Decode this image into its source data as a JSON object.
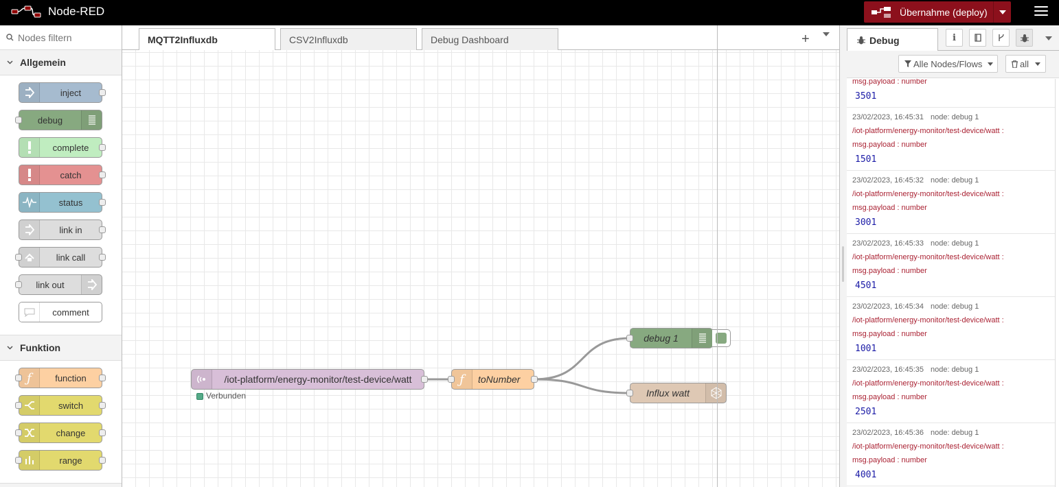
{
  "header": {
    "app_title": "Node-RED",
    "deploy_label": "Übernahme (deploy)"
  },
  "palette": {
    "search_placeholder": "Nodes filtern",
    "categories": [
      {
        "name": "Allgemein",
        "nodes": [
          {
            "label": "inject",
            "color": "#a6bbcf",
            "icon": "arrow-in-icon",
            "ports": "out"
          },
          {
            "label": "debug",
            "color": "#87a980",
            "icon": "list-icon",
            "ports": "in"
          },
          {
            "label": "complete",
            "color": "#c0edc0",
            "icon": "exclamation-icon",
            "ports": "out"
          },
          {
            "label": "catch",
            "color": "#e49191",
            "icon": "exclamation-icon",
            "ports": "out"
          },
          {
            "label": "status",
            "color": "#94c1d0",
            "icon": "pulse-icon",
            "ports": "out"
          },
          {
            "label": "link in",
            "color": "#dddddd",
            "icon": "link-in-icon",
            "ports": "out"
          },
          {
            "label": "link call",
            "color": "#dddddd",
            "icon": "link-call-icon",
            "ports": "both"
          },
          {
            "label": "link out",
            "color": "#dddddd",
            "icon": "link-out-icon",
            "ports": "in"
          },
          {
            "label": "comment",
            "color": "#ffffff",
            "icon": "comment-icon",
            "ports": "none"
          }
        ]
      },
      {
        "name": "Funktion",
        "nodes": [
          {
            "label": "function",
            "color": "#fdd0a2",
            "icon": "function-icon",
            "ports": "both"
          },
          {
            "label": "switch",
            "color": "#e2d96e",
            "icon": "switch-icon",
            "ports": "both"
          },
          {
            "label": "change",
            "color": "#e2d96e",
            "icon": "shuffle-icon",
            "ports": "both"
          },
          {
            "label": "range",
            "color": "#e2d96e",
            "icon": "range-icon",
            "ports": "both"
          }
        ]
      }
    ]
  },
  "workspace": {
    "tabs": [
      {
        "label": "MQTT2Influxdb",
        "active": true
      },
      {
        "label": "CSV2Influxdb",
        "active": false
      },
      {
        "label": "Debug Dashboard",
        "active": false
      }
    ],
    "flow_nodes": {
      "mqtt": {
        "label": "/iot-platform/energy-monitor/test-device/watt",
        "status": "Verbunden",
        "color": "#d8bfd8"
      },
      "function": {
        "label": "toNumber",
        "color": "#fdd0a2"
      },
      "debug": {
        "label": "debug 1",
        "color": "#87a980"
      },
      "influx": {
        "label": "Influx watt",
        "color": "#dec8b4"
      }
    }
  },
  "sidebar": {
    "active_tab": "Debug",
    "filter_label": "Alle Nodes/Flows",
    "clear_label": "all",
    "messages": [
      {
        "meta": "",
        "node": "",
        "topic": "",
        "type": "msg.payload : number",
        "value": "3501"
      },
      {
        "meta": "23/02/2023, 16:45:31",
        "node": "node: debug 1",
        "topic": "/iot-platform/energy-monitor/test-device/watt :",
        "type": "msg.payload : number",
        "value": "1501"
      },
      {
        "meta": "23/02/2023, 16:45:32",
        "node": "node: debug 1",
        "topic": "/iot-platform/energy-monitor/test-device/watt :",
        "type": "msg.payload : number",
        "value": "3001"
      },
      {
        "meta": "23/02/2023, 16:45:33",
        "node": "node: debug 1",
        "topic": "/iot-platform/energy-monitor/test-device/watt :",
        "type": "msg.payload : number",
        "value": "4501"
      },
      {
        "meta": "23/02/2023, 16:45:34",
        "node": "node: debug 1",
        "topic": "/iot-platform/energy-monitor/test-device/watt :",
        "type": "msg.payload : number",
        "value": "1001"
      },
      {
        "meta": "23/02/2023, 16:45:35",
        "node": "node: debug 1",
        "topic": "/iot-platform/energy-monitor/test-device/watt :",
        "type": "msg.payload : number",
        "value": "2501"
      },
      {
        "meta": "23/02/2023, 16:45:36",
        "node": "node: debug 1",
        "topic": "/iot-platform/energy-monitor/test-device/watt :",
        "type": "msg.payload : number",
        "value": "4001"
      }
    ]
  }
}
